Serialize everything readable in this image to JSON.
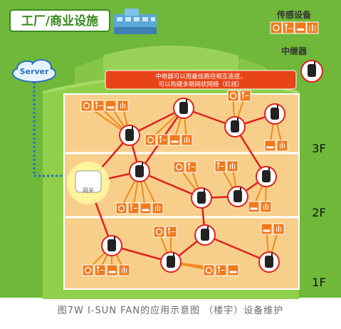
{
  "title": "工厂/商业设施",
  "legend": {
    "sensor_title": "传感设备",
    "relay_title": "中继器",
    "sensor_icons": [
      "gear-icon",
      "motion-icon",
      "bed-icon",
      "heat-icon"
    ]
  },
  "server_label": "Server",
  "banner_lines": [
    "中继器可以用最佳路径相互连接，",
    "可以构建多跳网状网络（红线）"
  ],
  "gateway_label": "网关",
  "floors": [
    "3F",
    "2F",
    "1F"
  ],
  "caption": "图7W I-SUN FAN的应用示意图 （楼宇）设备维护",
  "colors": {
    "background": "#6fb83a",
    "building": "#8fcf4a",
    "floor_area": "#f7cf8a",
    "mesh_line": "#e02020",
    "sensor_line": "#f28a1e",
    "server_link": "#2a6fc9",
    "sensor_tile": "#f07a1c",
    "title_green": "#3a8a1f"
  }
}
